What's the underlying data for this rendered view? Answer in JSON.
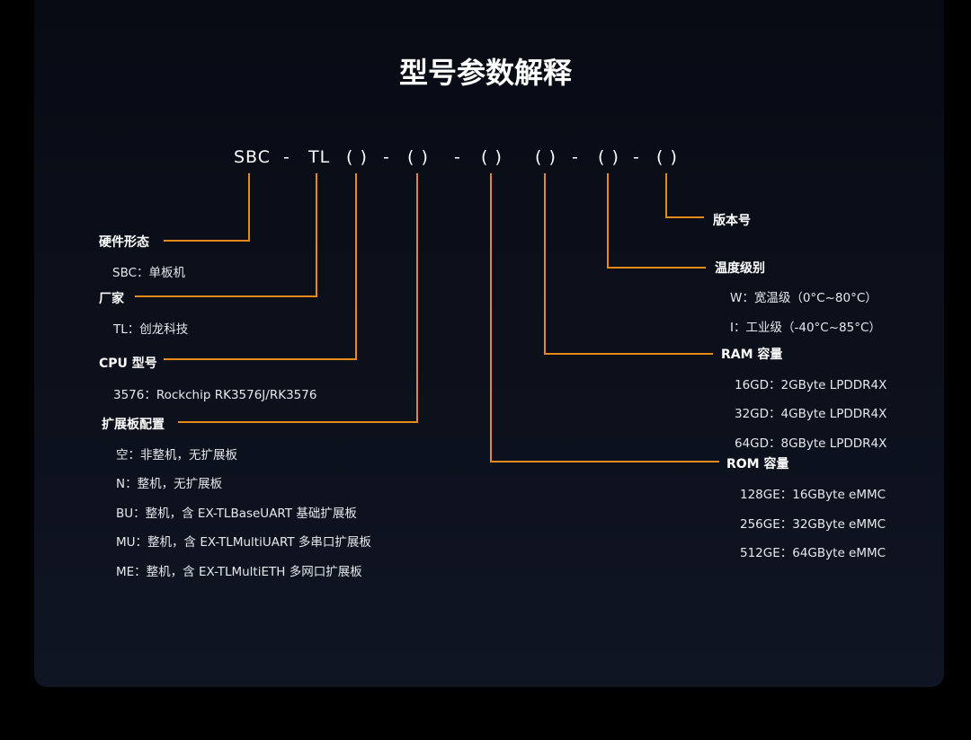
{
  "title": "型号参数解释",
  "code": [
    "SBC",
    "-",
    "TL",
    "( )",
    "-",
    "( )",
    "-",
    "( )",
    "( )",
    "-",
    "( )",
    "-",
    "( )"
  ],
  "accent": "#e8891c",
  "left": {
    "form": {
      "label": "硬件形态",
      "items": [
        "SBC：单板机"
      ]
    },
    "vendor": {
      "label": "厂家",
      "items": [
        "TL：创龙科技"
      ]
    },
    "cpu": {
      "label": "CPU 型号",
      "items": [
        "3576：Rockchip RK3576J/RK3576"
      ]
    },
    "ext": {
      "label": "扩展板配置",
      "items": [
        "空：非整机，无扩展板",
        "N：整机，无扩展板",
        "BU：整机，含 EX-TLBaseUART 基础扩展板",
        "MU：整机，含 EX-TLMultiUART 多串口扩展板",
        "ME：整机，含 EX-TLMultiETH 多网口扩展板"
      ]
    }
  },
  "right": {
    "ver": {
      "label": "版本号"
    },
    "temp": {
      "label": "温度级别",
      "items": [
        "W：宽温级（0°C~80°C）",
        "I：工业级（-40°C~85°C）"
      ]
    },
    "ram": {
      "label": "RAM 容量",
      "items": [
        "16GD：2GByte LPDDR4X",
        "32GD：4GByte LPDDR4X",
        "64GD：8GByte LPDDR4X"
      ]
    },
    "rom": {
      "label": "ROM 容量",
      "items": [
        "128GE：16GByte eMMC",
        "256GE：32GByte eMMC",
        "512GE：64GByte eMMC"
      ]
    }
  }
}
